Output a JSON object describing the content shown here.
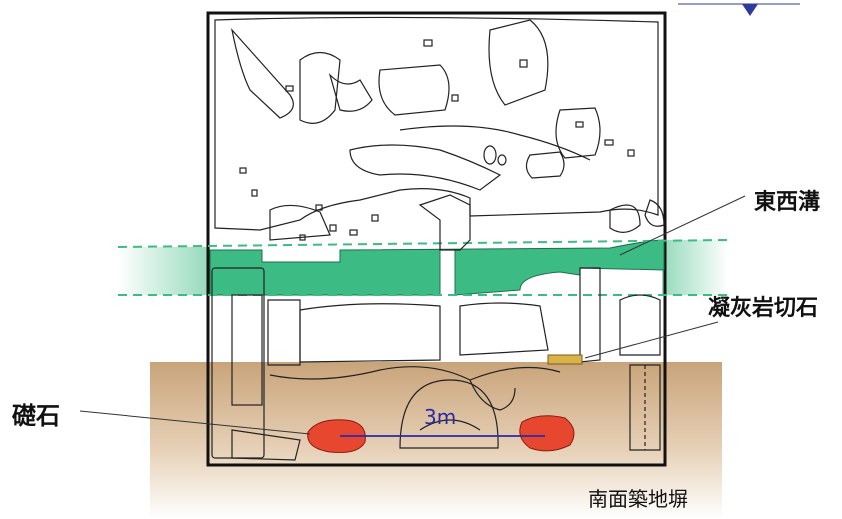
{
  "labels": {
    "east_west_ditch": "東西溝",
    "tuff_cut_stone": "凝灰岩切石",
    "foundation_stone": "礎石",
    "scale": "3m",
    "south_wall": "南面築地塀"
  },
  "colors": {
    "ditch": "#3dbb84",
    "ditch_dash": "#3dbb84",
    "wall_band": "#c9a47a",
    "foundation": "#e8472f",
    "scale_line": "#2a2aa8",
    "tuff_stone": "#d9b24a",
    "north_arrow": "#2f3a9a"
  },
  "icons": {
    "north_arrow": "north-arrow-icon"
  }
}
